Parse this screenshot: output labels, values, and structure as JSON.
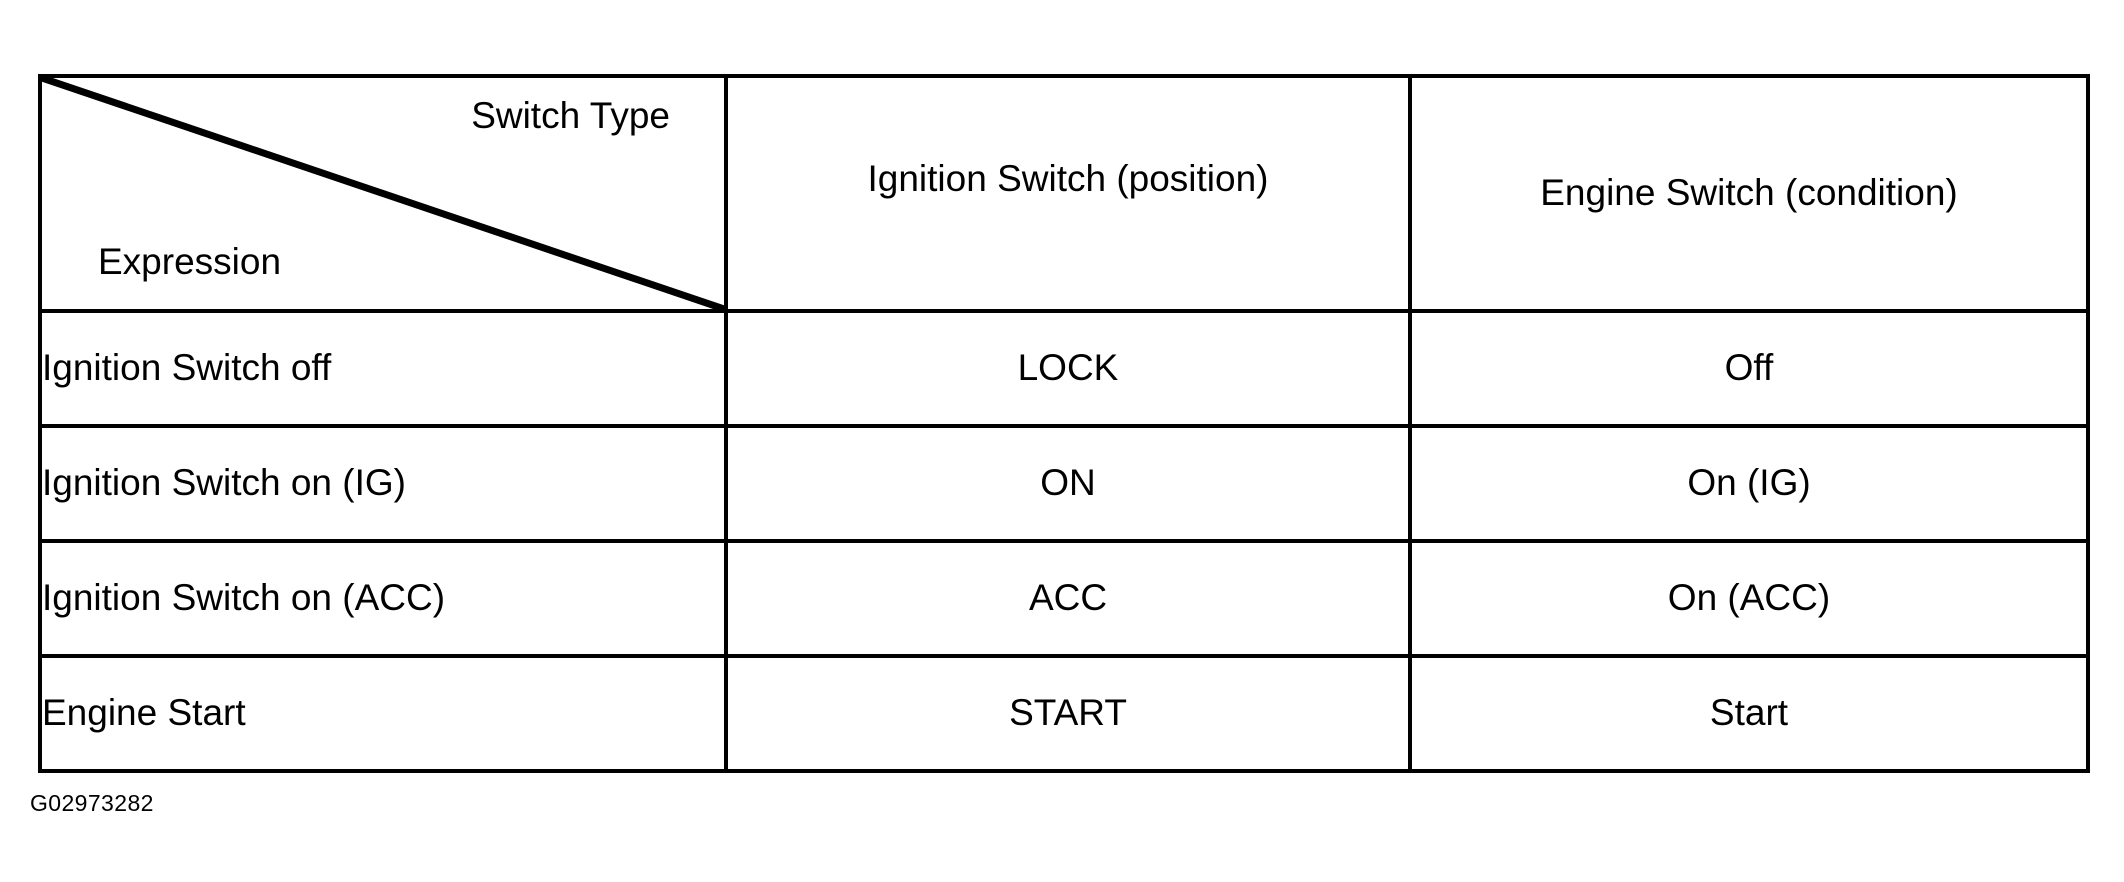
{
  "figure": {
    "caption_id": "G02973282"
  },
  "table": {
    "corner": {
      "column_axis_label": "Switch Type",
      "row_axis_label": "Expression",
      "diagonal": "diagonal-divider"
    },
    "columns": [
      {
        "key": "expression",
        "label": ""
      },
      {
        "key": "ignition_switch",
        "label": "Ignition Switch (position)"
      },
      {
        "key": "engine_switch",
        "label": "Engine Switch (condition)"
      }
    ],
    "rows": [
      {
        "expression": "Ignition Switch off",
        "ignition_switch": "LOCK",
        "engine_switch": "Off"
      },
      {
        "expression": "Ignition Switch on (IG)",
        "ignition_switch": "ON",
        "engine_switch": "On (IG)"
      },
      {
        "expression": "Ignition Switch on (ACC)",
        "ignition_switch": "ACC",
        "engine_switch": "On (ACC)"
      },
      {
        "expression": "Engine Start",
        "ignition_switch": "START",
        "engine_switch": "Start"
      }
    ]
  },
  "style": {
    "border_color": "#000000",
    "text_color": "#000000",
    "background": "#ffffff"
  }
}
